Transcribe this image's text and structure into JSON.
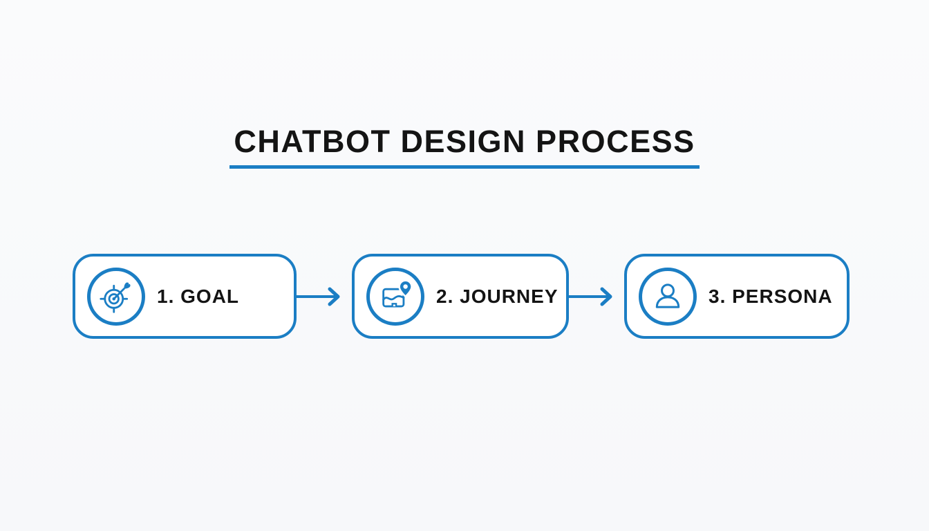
{
  "page": {
    "background": "#f9fafb",
    "accent_blue": "#1b7ec4",
    "text_color": "#141414"
  },
  "header": {
    "title": "CHATBOT DESIGN PROCESS",
    "underline_color": "#1b7ec4"
  },
  "diagram": {
    "type": "process-flow",
    "direction": "left-to-right",
    "steps": [
      {
        "order": 1,
        "label": "1. GOAL",
        "icon": "target-dart-icon"
      },
      {
        "order": 2,
        "label": "2. JOURNEY",
        "icon": "map-pin-icon"
      },
      {
        "order": 3,
        "label": "3. PERSONA",
        "icon": "person-icon"
      }
    ],
    "connectors": [
      {
        "from": "1. GOAL",
        "to": "2. JOURNEY",
        "style": "arrow-right"
      },
      {
        "from": "2. JOURNEY",
        "to": "3. PERSONA",
        "style": "arrow-right"
      }
    ]
  }
}
